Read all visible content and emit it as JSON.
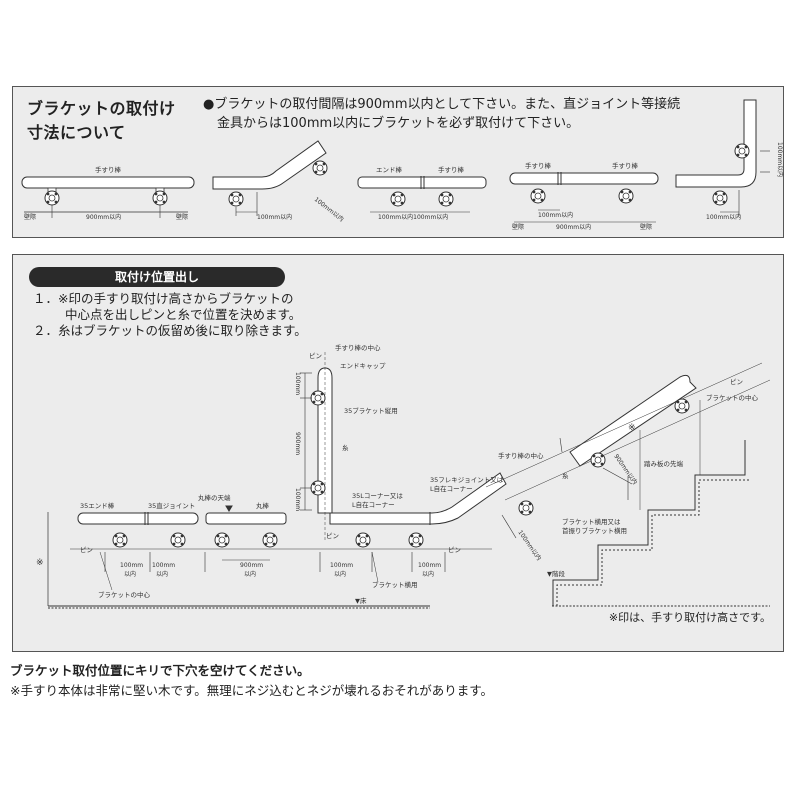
{
  "section1": {
    "title_line1": "ブラケットの取付け",
    "title_line2": "寸法について",
    "note_line1": "●ブラケットの取付間隔は900mm以内として下さい。また、直ジョイント等接続",
    "note_line2": "金具からは100mm以内にブラケットを必ず取付けて下さい。",
    "labels": {
      "handrail": "手すり棒",
      "end_rod": "エンド棒",
      "wall_end": "壁際",
      "dim_900": "900mm以内",
      "dim_100": "100mm以内",
      "dim_100_100": "100mm以内100mm以内"
    }
  },
  "section2": {
    "header": "取付け位置出し",
    "step1_line1": "１．※印の手すり取付け高さからブラケットの",
    "step1_line2": "中心点を出しピンと糸で位置を決めます。",
    "step2": "２．糸はブラケットの仮留め後に取り除きます。",
    "footnote": "※印は、手すり取付け高さです。",
    "labels": {
      "pin": "ピン",
      "handrail_center": "手すり棒の中心",
      "end_cap": "エンドキャップ",
      "bracket_vertical": "35ブラケット縦用",
      "thread": "糸",
      "end_rod_35": "35エンド棒",
      "straight_joint_35": "35直ジョイント",
      "round_rod_top": "丸棒の天端",
      "round_rod": "丸棒",
      "l_corner": "35Lコーナー又は",
      "l_free_corner": "L自在コーナー",
      "flexi_joint": "35フレキジョイント又は",
      "flexi_corner": "L自在コーナー",
      "bracket_center": "ブラケットの中心",
      "bracket_horizontal": "ブラケット横用",
      "bracket_horizontal_or": "ブラケット横用又は",
      "bracket_free": "首振りブラケット横用",
      "step_edge": "踏み板の先端",
      "stairs": "▼階段",
      "floor": "▼床",
      "dim_100": "100mm",
      "dim_900": "900mm",
      "within": "以内",
      "dim_100_within": "100mm以内",
      "dim_900_within": "900mm以内",
      "mark": "※"
    }
  },
  "footer": {
    "line1": "ブラケット取付位置にキリで下穴を空けてください。",
    "line2": "※手すり本体は非常に堅い木です。無理にネジ込むとネジが壊れるおそれがあります。"
  },
  "colors": {
    "panel_bg": "#ececec",
    "pill_bg": "#2a2a2a",
    "line": "#333333"
  }
}
